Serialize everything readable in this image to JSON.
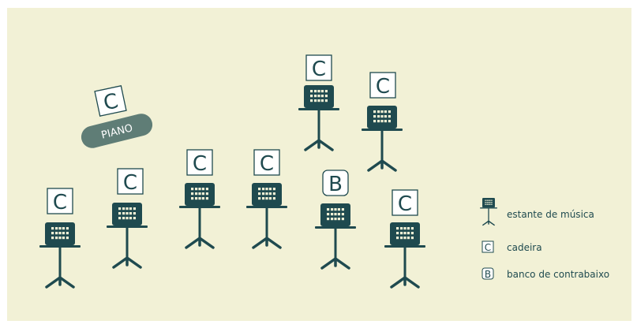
{
  "colors": {
    "background": "#f2f1d6",
    "ink": "#1f4a4f",
    "piano": "#5f7d76",
    "piano_text": "#ffffff"
  },
  "piano": {
    "label": "PIANO"
  },
  "seat_letters": {
    "chair": "C",
    "bass_bench": "B"
  },
  "stands": [
    {
      "id": "stand-1",
      "seat": "C"
    },
    {
      "id": "stand-2",
      "seat": "C"
    },
    {
      "id": "stand-3",
      "seat": "C"
    },
    {
      "id": "stand-4",
      "seat": "C"
    },
    {
      "id": "stand-5",
      "seat": "B"
    },
    {
      "id": "stand-6",
      "seat": "C"
    },
    {
      "id": "stand-7",
      "seat": "C"
    },
    {
      "id": "stand-8",
      "seat": "C"
    }
  ],
  "piano_chair": {
    "seat": "C"
  },
  "legend": [
    {
      "icon": "music-stand-icon",
      "label": "estante de música"
    },
    {
      "icon": "chair-icon",
      "symbol": "C",
      "label": "cadeira"
    },
    {
      "icon": "bass-bench-icon",
      "symbol": "B",
      "label": "banco de contrabaixo"
    }
  ]
}
